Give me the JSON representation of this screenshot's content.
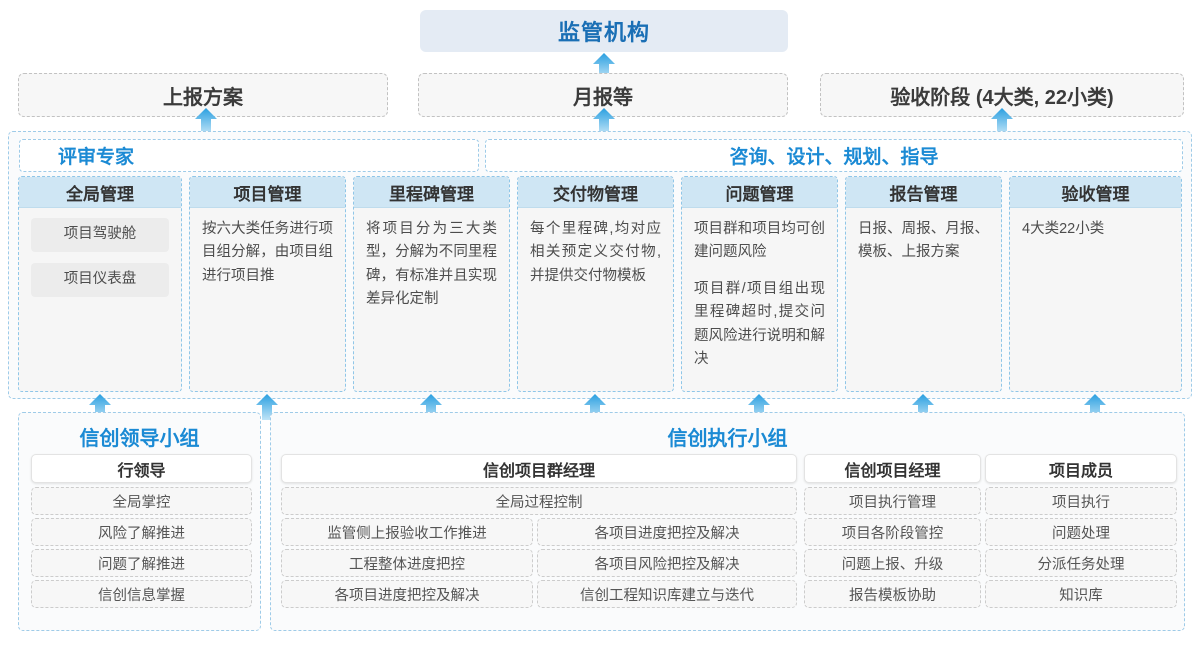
{
  "top": {
    "banner": "监管机构",
    "reports": [
      {
        "label": "上报方案"
      },
      {
        "label": "月报等"
      },
      {
        "label": "验收阶段 (4大类, 22小类)"
      }
    ]
  },
  "middle": {
    "label_left": "评审专家",
    "label_right": "咨询、设计、规划、指导",
    "columns": [
      {
        "title": "全局管理",
        "chips": [
          "项目驾驶舱",
          "项目仪表盘"
        ],
        "paragraphs": []
      },
      {
        "title": "项目管理",
        "chips": [],
        "paragraphs": [
          "按六大类任务进行项目组分解，由项目组进行项目推"
        ]
      },
      {
        "title": "里程碑管理",
        "chips": [],
        "paragraphs": [
          "将项目分为三大类型，分解为不同里程碑，有标准并且实现差异化定制"
        ]
      },
      {
        "title": "交付物管理",
        "chips": [],
        "paragraphs": [
          "每个里程碑,均对应相关预定义交付物,并提供交付物模板"
        ]
      },
      {
        "title": "问题管理",
        "chips": [],
        "paragraphs": [
          "项目群和项目均可创建问题风险",
          "项目群/项目组出现里程碑超时,提交问题风险进行说明和解决"
        ]
      },
      {
        "title": "报告管理",
        "chips": [],
        "paragraphs": [
          "日报、周报、月报、模板、上报方案"
        ]
      },
      {
        "title": "验收管理",
        "chips": [],
        "paragraphs": [
          "4大类22小类"
        ]
      }
    ]
  },
  "bottom": {
    "left": {
      "title": "信创领导小组",
      "head": "行领导",
      "items": [
        "全局掌控",
        "风险了解推进",
        "问题了解推进",
        "信创信息掌握"
      ]
    },
    "right": {
      "title": "信创执行小组",
      "groups": [
        {
          "head": "信创项目群经理",
          "wide": "全局过程控制",
          "col_a": [
            "监管侧上报验收工作推进",
            "工程整体进度把控",
            "各项目进度把控及解决"
          ],
          "col_b": [
            "各项目进度把控及解决",
            "各项目风险把控及解决",
            "信创工程知识库建立与迭代"
          ]
        },
        {
          "head": "信创项目经理",
          "items": [
            "项目执行管理",
            "项目各阶段管控",
            "问题上报、升级",
            "报告模板协助"
          ]
        },
        {
          "head": "项目成员",
          "items": [
            "项目执行",
            "问题处理",
            "分派任务处理",
            "知识库"
          ]
        }
      ]
    }
  },
  "colors": {
    "accent": "#1b8ad4",
    "banner_bg": "#e4ebf4",
    "col_head_bg": "#cfe6f4",
    "arrow": "#2a9fe0"
  }
}
